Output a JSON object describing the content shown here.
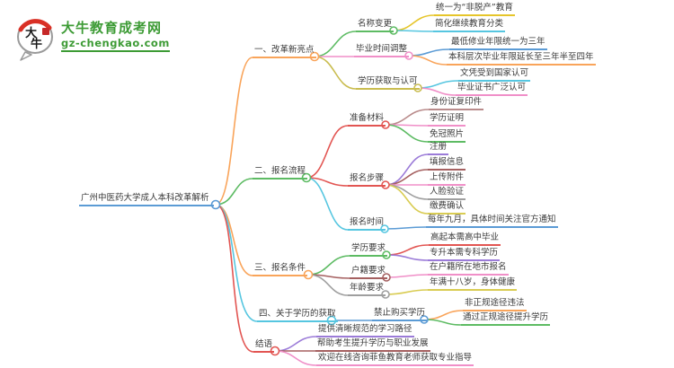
{
  "logo": {
    "icon_text": "大牛",
    "title": "大牛教育成考网",
    "domain": "gz-chengkao.com"
  },
  "palette": {
    "blue": "#5b9bd5",
    "orange": "#f9a45a",
    "green": "#5dbb63",
    "pink": "#f08fc8",
    "olive": "#c9bc4f",
    "gold": "#e6c52a",
    "cyan": "#56c6e0",
    "red": "#e25552",
    "rosybrown": "#b98b8b",
    "brown": "#a56060",
    "purple": "#9b7bd8",
    "gray": "#9f9f9f",
    "yellow": "#d9cc52",
    "logo_green": "#3d9b35",
    "logo_red": "#d93025",
    "text": "#3a3a3a"
  },
  "mindmap": {
    "root": {
      "label": "广州中医药大学成人本科改革解析"
    },
    "branches": [
      {
        "label": "一、改革新亮点",
        "children": [
          {
            "label": "名称变更",
            "children": [
              {
                "label": "统一为“非脱产”教育"
              },
              {
                "label": "简化继续教育分类"
              }
            ]
          },
          {
            "label": "毕业时间调整",
            "children": [
              {
                "label": "最低修业年限统一为三年"
              },
              {
                "label": "本科层次毕业年限延长至三年半至四年"
              }
            ]
          },
          {
            "label": "学历获取与认可",
            "children": [
              {
                "label": "文凭受到国家认可"
              },
              {
                "label": "毕业证书广泛认可"
              }
            ]
          }
        ]
      },
      {
        "label": "二、报名流程",
        "children": [
          {
            "label": "准备材料",
            "children": [
              {
                "label": "身份证复印件"
              },
              {
                "label": "学历证明"
              },
              {
                "label": "免冠照片"
              }
            ]
          },
          {
            "label": "报名步骤",
            "children": [
              {
                "label": "注册"
              },
              {
                "label": "填报信息"
              },
              {
                "label": "上传附件"
              },
              {
                "label": "人脸验证"
              },
              {
                "label": "缴费确认"
              }
            ]
          },
          {
            "label": "报名时间",
            "children": [
              {
                "label": "每年九月，具体时间关注官方通知"
              }
            ]
          }
        ]
      },
      {
        "label": "三、报名条件",
        "children": [
          {
            "label": "学历要求",
            "children": [
              {
                "label": "高起本需高中毕业"
              },
              {
                "label": "专升本需专科学历"
              }
            ]
          },
          {
            "label": "户籍要求",
            "children": [
              {
                "label": "在户籍所在地市报名"
              }
            ]
          },
          {
            "label": "年龄要求",
            "children": [
              {
                "label": "年满十八岁，身体健康"
              }
            ]
          }
        ]
      },
      {
        "label": "四、关于学历的获取",
        "children": [
          {
            "label": "禁止购买学历",
            "children": [
              {
                "label": "非正规途径违法"
              },
              {
                "label": "通过正规途径提升学历"
              }
            ]
          }
        ]
      },
      {
        "label": "结语",
        "children": [
          {
            "label": "提供清晰规范的学习路径"
          },
          {
            "label": "帮助考生提升学历与职业发展"
          },
          {
            "label": "欢迎在线咨询菲鱼教育老师获取专业指导"
          }
        ]
      }
    ]
  }
}
